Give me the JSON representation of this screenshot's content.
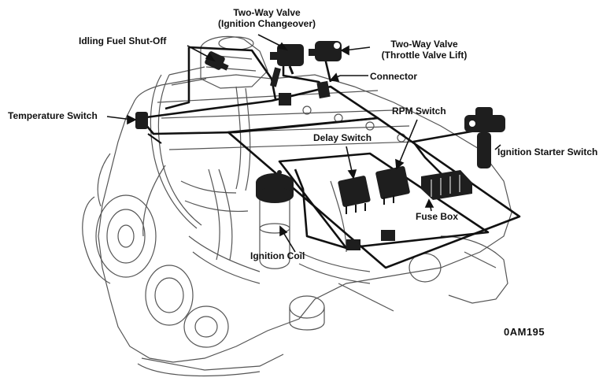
{
  "labels": {
    "two_way_valve_ignition": {
      "line1": "Two-Way Valve",
      "line2": "(Ignition Changeover)"
    },
    "two_way_valve_throttle": {
      "line1": "Two-Way Valve",
      "line2": "(Throttle Valve Lift)"
    },
    "idling_fuel_shutoff": "Idling Fuel Shut-Off",
    "connector": "Connector",
    "temperature_switch": "Temperature Switch",
    "rpm_switch": "RPM Switch",
    "delay_switch": "Delay Switch",
    "ignition_starter_switch": "Ignition Starter Switch",
    "fuse_box": "Fuse Box",
    "ignition_coil": "Ignition Coil"
  },
  "figure_code": "0AM195",
  "colors": {
    "ink": "#111111",
    "engine_line": "#555555",
    "component_fill": "#1e1e1e"
  }
}
